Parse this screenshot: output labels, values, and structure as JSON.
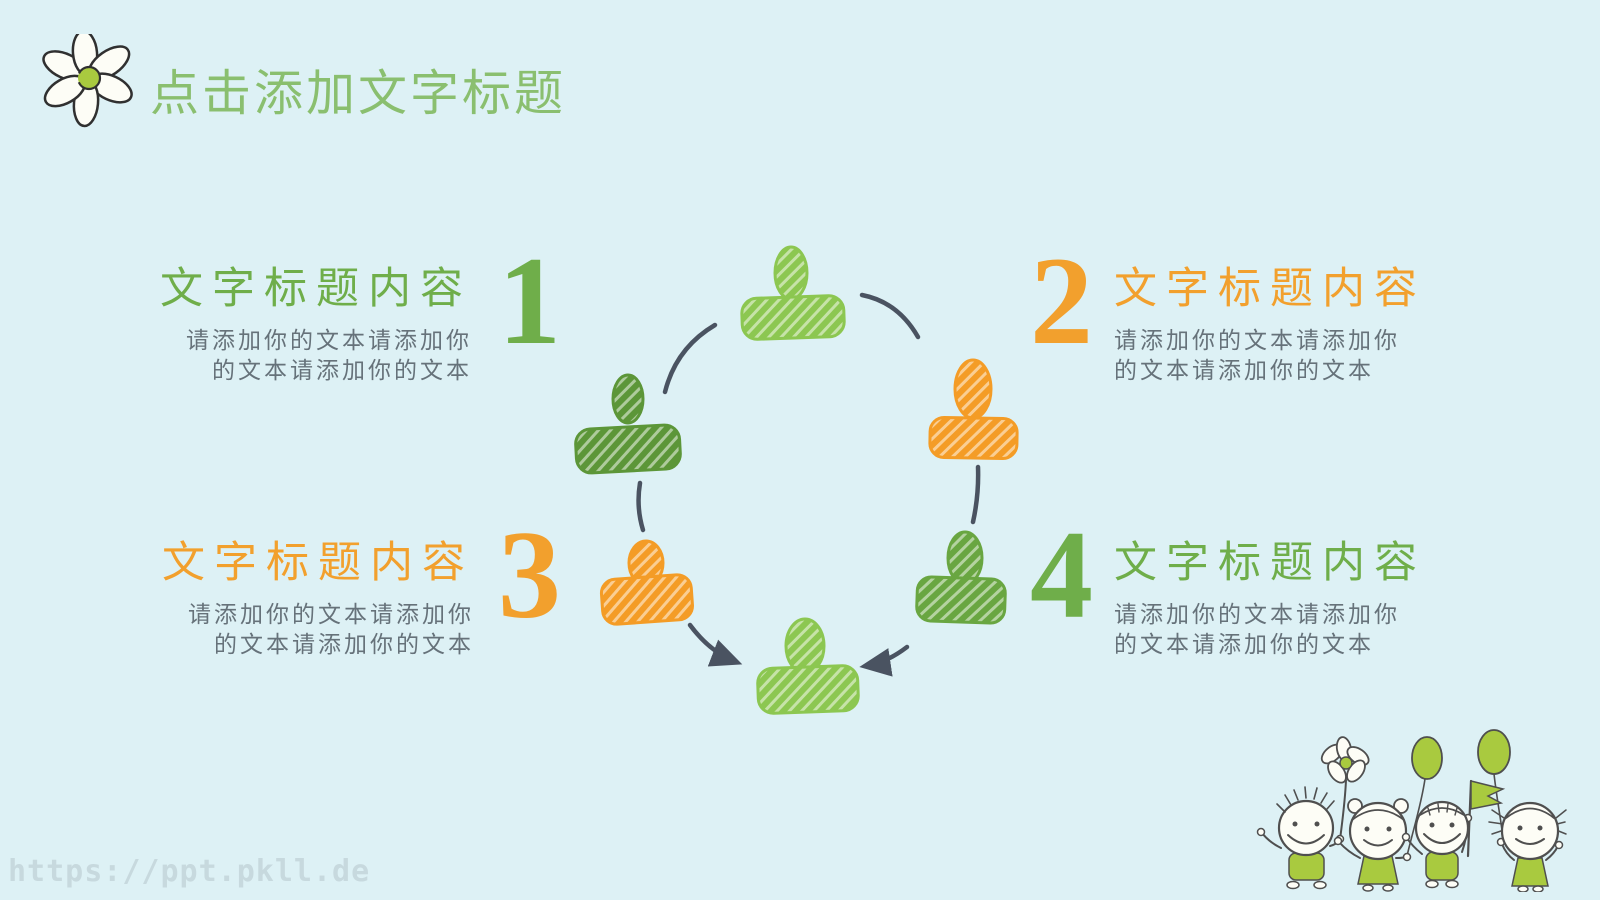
{
  "header": {
    "title": "点击添加文字标题"
  },
  "blocks": [
    {
      "number": "1",
      "title": "文字标题内容",
      "body": "请添加你的文本请添加你\n的文本请添加你的文本",
      "accent": "green",
      "align": "right"
    },
    {
      "number": "2",
      "title": "文字标题内容",
      "body": "请添加你的文本请添加你\n的文本请添加你的文本",
      "accent": "orange",
      "align": "left"
    },
    {
      "number": "3",
      "title": "文字标题内容",
      "body": "请添加你的文本请添加你\n的文本请添加你的文本",
      "accent": "orange",
      "align": "right"
    },
    {
      "number": "4",
      "title": "文字标题内容",
      "body": "请添加你的文本请添加你\n的文本请添加你的文本",
      "accent": "green",
      "align": "left"
    }
  ],
  "diagram": {
    "type": "cycle-of-people",
    "persons": [
      {
        "position": "top",
        "color_name": "light-green"
      },
      {
        "position": "upper-left",
        "color_name": "dark-green"
      },
      {
        "position": "upper-right",
        "color_name": "orange"
      },
      {
        "position": "lower-left",
        "color_name": "orange"
      },
      {
        "position": "lower-right",
        "color_name": "mid-green"
      },
      {
        "position": "bottom",
        "color_name": "light-green"
      }
    ]
  },
  "watermark": "https://ppt.pkll.de",
  "colors": {
    "background": "#ddf1f5",
    "header_green": "#8abf6f",
    "green": "#6fae4a",
    "orange": "#f2a02d",
    "body_gray": "#66727a",
    "connector": "#4a5361",
    "person_light_green": "#8cc751",
    "person_dark_green": "#5c9638",
    "person_mid_green": "#69a641",
    "person_orange": "#f49c26",
    "illustration_green": "#a9ca3f",
    "illustration_outline": "#4f4f4f",
    "watermark_gray": "#c7d9de"
  }
}
